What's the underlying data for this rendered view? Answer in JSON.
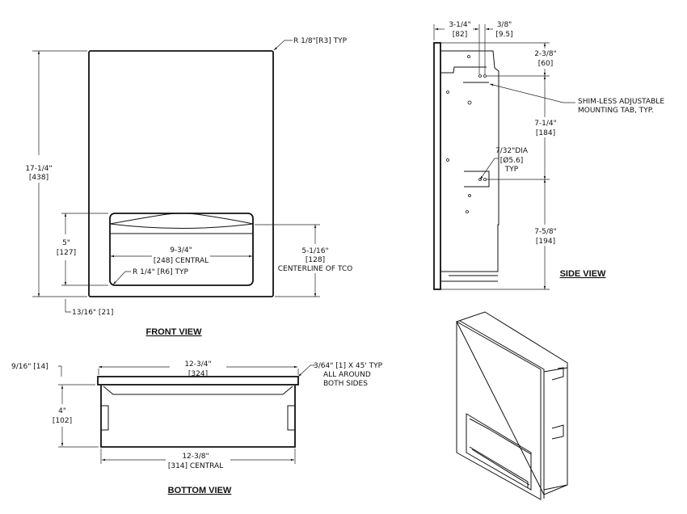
{
  "front_view": {
    "title": "FRONT VIEW",
    "corner_radius": "R 1/8\"[R3] TYP",
    "height": "17-1/4\"",
    "height_mm": "[438]",
    "opening_height": "5\"",
    "opening_height_mm": "[127]",
    "opening_width": "9-3/4\"",
    "opening_width_mm": "[248] CENTRAL",
    "opening_radius": "R 1/4\" [R6] TYP",
    "tco_height": "5-1/16\"",
    "tco_height_mm": "[128]",
    "tco_label": "CENTERLINE OF TCO",
    "bottom_offset": "13/16\" [21]"
  },
  "side_view": {
    "title": "SIDE VIEW",
    "depth": "3-1/4\"",
    "depth_mm": "[82]",
    "tab_offset": "3/8\"",
    "tab_offset_mm": "[9.5]",
    "top_tab": "2-3/8\"",
    "top_tab_mm": "[60]",
    "tab_spacing": "7-1/4\"",
    "tab_spacing_mm": "[184]",
    "bottom_tab": "7-5/8\"",
    "bottom_tab_mm": "[194]",
    "hole_dia": "7/32\"DIA",
    "hole_dia_mm": "[Ø5.6]",
    "hole_typ": "TYP",
    "tab_note_1": "SHIM-LESS ADJUSTABLE",
    "tab_note_2": "MOUNTING TAB, TYP."
  },
  "bottom_view": {
    "title": "BOTTOM VIEW",
    "flange_thickness": "9/16\" [14]",
    "width": "12-3/4\"",
    "width_mm": "[324]",
    "chamfer_1": "3/64\" [1] X 45' TYP",
    "chamfer_2": "ALL AROUND",
    "chamfer_3": "BOTH SIDES",
    "depth": "4\"",
    "depth_mm": "[102]",
    "body_width": "12-3/8\"",
    "body_width_mm": "[314] CENTRAL"
  }
}
